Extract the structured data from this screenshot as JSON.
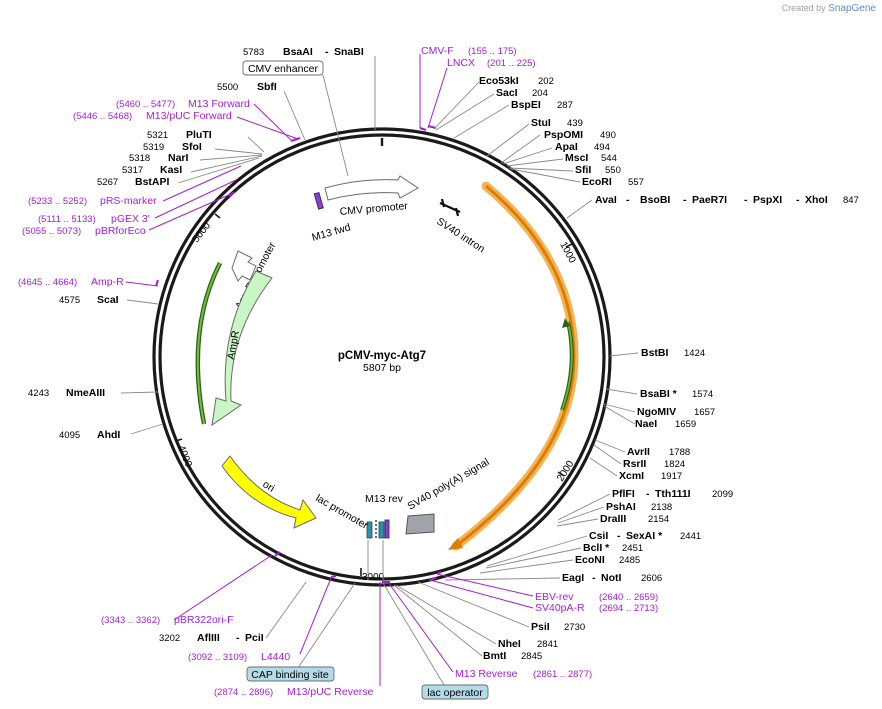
{
  "plasmid": {
    "name": "pCMV-myc-Atg7",
    "length": "5807 bp",
    "total_bp": 5807
  },
  "credit": {
    "prefix": "Created by",
    "brand": "SnapGene"
  },
  "ticks": [
    "1000",
    "2000",
    "3000",
    "4000",
    "5000"
  ],
  "features": [
    {
      "name": "CMV enhancer",
      "label": "CMV enhancer",
      "boxed": true
    },
    {
      "name": "CMV promoter",
      "label": "CMV promoter"
    },
    {
      "name": "M13 fwd",
      "label": "M13 fwd"
    },
    {
      "name": "SV40 intron",
      "label": "SV40 intron"
    },
    {
      "name": "AmpR promoter",
      "label": "AmpR promoter"
    },
    {
      "name": "AmpR",
      "label": "AmpR"
    },
    {
      "name": "ori",
      "label": "ori"
    },
    {
      "name": "lac promoter",
      "label": "lac promoter"
    },
    {
      "name": "M13 rev",
      "label": "M13 rev"
    },
    {
      "name": "SV40 poly(A) signal",
      "label": "SV40 poly(A) signal"
    },
    {
      "name": "CAP binding site",
      "label": "CAP binding site",
      "boxed": true
    },
    {
      "name": "lac operator",
      "label": "lac operator",
      "boxed": true
    }
  ],
  "sites": [
    {
      "enzymes": [
        "BsaAI",
        "SnaBI"
      ],
      "positions": [
        "5783"
      ]
    },
    {
      "enzymes": [
        "SbfI"
      ],
      "positions": [
        "5500"
      ]
    },
    {
      "enzymes": [
        "PluTI"
      ],
      "positions": [
        "5321"
      ]
    },
    {
      "enzymes": [
        "SfoI"
      ],
      "positions": [
        "5319"
      ]
    },
    {
      "enzymes": [
        "NarI"
      ],
      "positions": [
        "5318"
      ]
    },
    {
      "enzymes": [
        "KasI"
      ],
      "positions": [
        "5317"
      ]
    },
    {
      "enzymes": [
        "BstAPI"
      ],
      "positions": [
        "5267"
      ]
    },
    {
      "enzymes": [
        "ScaI"
      ],
      "positions": [
        "4575"
      ]
    },
    {
      "enzymes": [
        "NmeAIII"
      ],
      "positions": [
        "4243"
      ]
    },
    {
      "enzymes": [
        "AhdI"
      ],
      "positions": [
        "4095"
      ]
    },
    {
      "enzymes": [
        "Eco53kI"
      ],
      "positions": [
        "202"
      ]
    },
    {
      "enzymes": [
        "SacI"
      ],
      "positions": [
        "204"
      ]
    },
    {
      "enzymes": [
        "BspEI"
      ],
      "positions": [
        "287"
      ]
    },
    {
      "enzymes": [
        "StuI"
      ],
      "positions": [
        "439"
      ]
    },
    {
      "enzymes": [
        "PspOMI"
      ],
      "positions": [
        "490"
      ]
    },
    {
      "enzymes": [
        "ApaI"
      ],
      "positions": [
        "494"
      ]
    },
    {
      "enzymes": [
        "MscI"
      ],
      "positions": [
        "544"
      ]
    },
    {
      "enzymes": [
        "SfiI"
      ],
      "positions": [
        "550"
      ]
    },
    {
      "enzymes": [
        "EcoRI"
      ],
      "positions": [
        "557"
      ]
    },
    {
      "enzymes": [
        "AvaI",
        "BsoBI",
        "PaeR7I",
        "PspXI",
        "XhoI"
      ],
      "positions": [
        "847"
      ]
    },
    {
      "enzymes": [
        "BstBI"
      ],
      "positions": [
        "1424"
      ]
    },
    {
      "enzymes": [
        "BsaBI *"
      ],
      "positions": [
        "1574"
      ]
    },
    {
      "enzymes": [
        "NgoMIV"
      ],
      "positions": [
        "1657"
      ]
    },
    {
      "enzymes": [
        "NaeI"
      ],
      "positions": [
        "1659"
      ]
    },
    {
      "enzymes": [
        "AvrII"
      ],
      "positions": [
        "1788"
      ]
    },
    {
      "enzymes": [
        "RsrII"
      ],
      "positions": [
        "1824"
      ]
    },
    {
      "enzymes": [
        "XcmI"
      ],
      "positions": [
        "1917"
      ]
    },
    {
      "enzymes": [
        "PflFI",
        "Tth111I"
      ],
      "positions": [
        "2099"
      ]
    },
    {
      "enzymes": [
        "PshAI"
      ],
      "positions": [
        "2138"
      ]
    },
    {
      "enzymes": [
        "DraIII"
      ],
      "positions": [
        "2154"
      ]
    },
    {
      "enzymes": [
        "CsiI",
        "SexAI *"
      ],
      "positions": [
        "2441"
      ]
    },
    {
      "enzymes": [
        "BclI *"
      ],
      "positions": [
        "2451"
      ]
    },
    {
      "enzymes": [
        "EcoNI"
      ],
      "positions": [
        "2485"
      ]
    },
    {
      "enzymes": [
        "EagI",
        "NotI"
      ],
      "positions": [
        "2606"
      ]
    },
    {
      "enzymes": [
        "PsiI"
      ],
      "positions": [
        "2730"
      ]
    },
    {
      "enzymes": [
        "NheI"
      ],
      "positions": [
        "2841"
      ]
    },
    {
      "enzymes": [
        "BmtI"
      ],
      "positions": [
        "2845"
      ]
    },
    {
      "enzymes": [
        "AflIII",
        "PciI"
      ],
      "positions": [
        "3202"
      ]
    }
  ],
  "primers": [
    {
      "name": "CMV-F",
      "range": "(155 .. 175)"
    },
    {
      "name": "LNCX",
      "range": "(201 .. 225)"
    },
    {
      "name": "M13 Forward",
      "range": "(5460 .. 5477)"
    },
    {
      "name": "M13/pUC Forward",
      "range": "(5446 .. 5468)"
    },
    {
      "name": "pRS-marker",
      "range": "(5233 .. 5252)"
    },
    {
      "name": "pGEX 3'",
      "range": "(5111 .. 5133)"
    },
    {
      "name": "pBRforEco",
      "range": "(5055 .. 5073)"
    },
    {
      "name": "Amp-R",
      "range": "(4645 .. 4664)"
    },
    {
      "name": "pBR322ori-F",
      "range": "(3343 .. 3362)"
    },
    {
      "name": "L4440",
      "range": "(3092 .. 3109)"
    },
    {
      "name": "M13/pUC Reverse",
      "range": "(2874 .. 2896)"
    },
    {
      "name": "M13 Reverse",
      "range": "(2861 .. 2877)"
    },
    {
      "name": "EBV-rev",
      "range": "(2640 .. 2659)"
    },
    {
      "name": "SV40pA-R",
      "range": "(2694 .. 2713)"
    }
  ],
  "colors": {
    "backbone": "#1a1a1a",
    "primer": "#a21fd6",
    "leader": "#8a8a8a",
    "cmv_promoter": "#ffffff",
    "ampr_fill": "#c8f7c5",
    "ampr_inner": "#6fbf3a",
    "ori": "#ffff00",
    "orf_outer": "#f3b357",
    "orf_inner": "#e07c00",
    "insert_inner": "#63b634",
    "sv40_polyA": "#a0a4ab",
    "lac_promoter": "#2f8fa7",
    "boxed_label": "#b4dce8"
  }
}
